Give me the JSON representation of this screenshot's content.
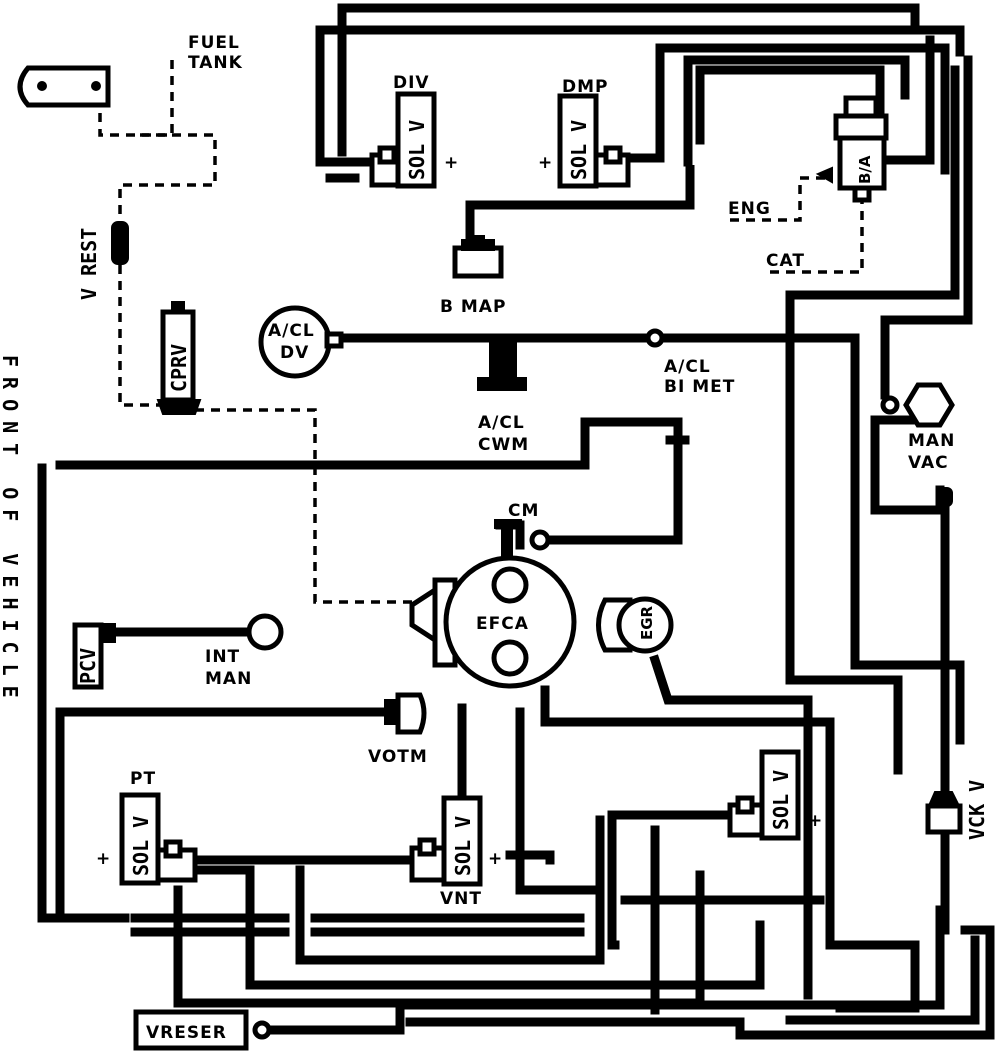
{
  "labels": {
    "fuel_tank_1": "FUEL",
    "fuel_tank_2": "TANK",
    "div": "DIV",
    "dmp": "DMP",
    "sol_v": "SOL V",
    "ba": "B/A",
    "eng": "ENG",
    "cat": "CAT",
    "b_map": "B  MAP",
    "v_rest": "V REST",
    "cprv": "CPRV",
    "acl_dv_1": "A/CL",
    "acl_dv_2": "DV",
    "acl_bimet_1": "A/CL",
    "acl_bimet_2": "BI MET",
    "acl_cwm_1": "A/CL",
    "acl_cwm_2": "CWM",
    "man_vac_1": "MAN",
    "man_vac_2": "VAC",
    "cm": "CM",
    "efca": "EFCA",
    "egr": "EGR",
    "pcv": "PCV",
    "int_man_1": "INT",
    "int_man_2": "MAN",
    "votm": "VOTM",
    "pt": "PT",
    "vnt": "VNT",
    "vck_v": "VCK V",
    "vreser": "VRESER",
    "front_of_vehicle": "FRONT OF VEHICLE",
    "plus": "+"
  }
}
